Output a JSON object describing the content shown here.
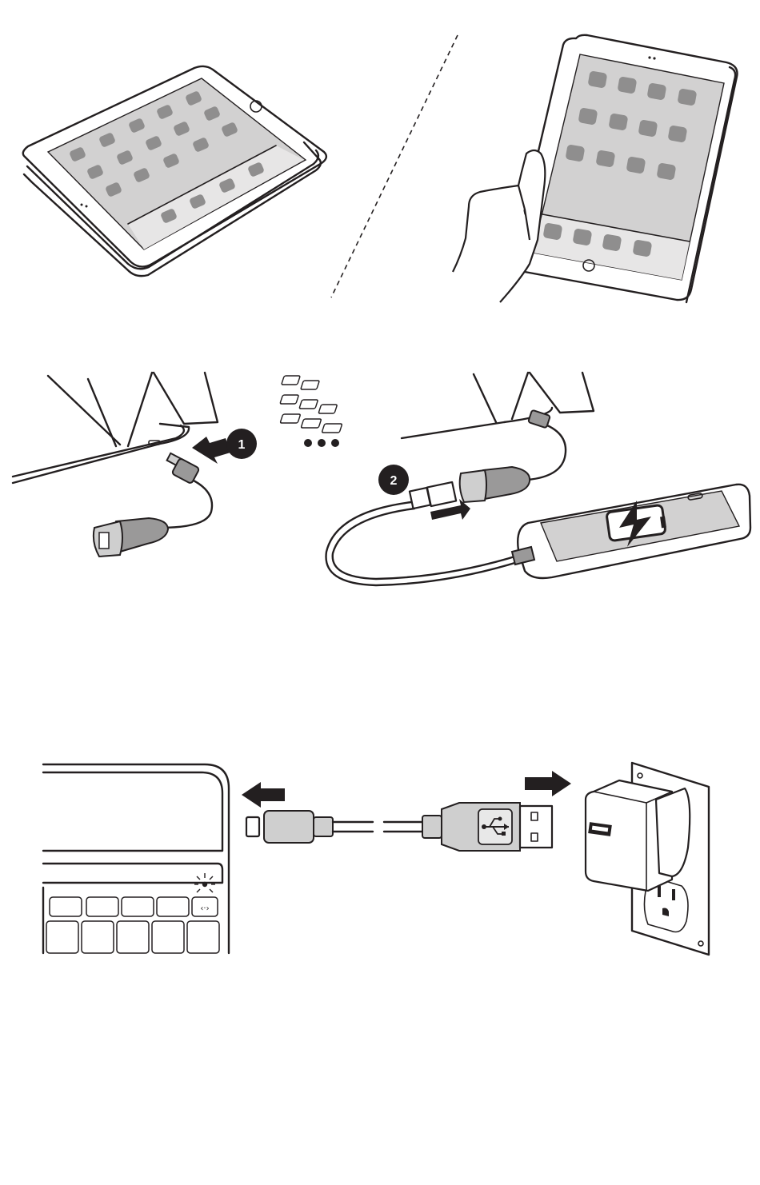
{
  "figure": {
    "panels": [
      {
        "id": "usage-modes",
        "shows": [
          "tablet-lying-flat-in-case",
          "tablet-held-in-hand"
        ]
      },
      {
        "id": "charge-phone",
        "step_markers": [
          "1",
          "2"
        ]
      },
      {
        "id": "charge-keyboard",
        "shows": [
          "keyboard-case",
          "micro-usb-cable",
          "wall-adapter"
        ]
      }
    ],
    "colors": {
      "line": "#231f20",
      "screen": "#d2d1d1",
      "app_icon": "#8f8e8e",
      "connector": "#9a9999",
      "connector_light": "#cfcfcf",
      "badge": "#231f20"
    },
    "icons": [
      "usb-symbol-icon",
      "battery-charging-icon",
      "bluetooth-key-icon",
      "arrow-left-icon",
      "arrow-right-icon"
    ]
  }
}
